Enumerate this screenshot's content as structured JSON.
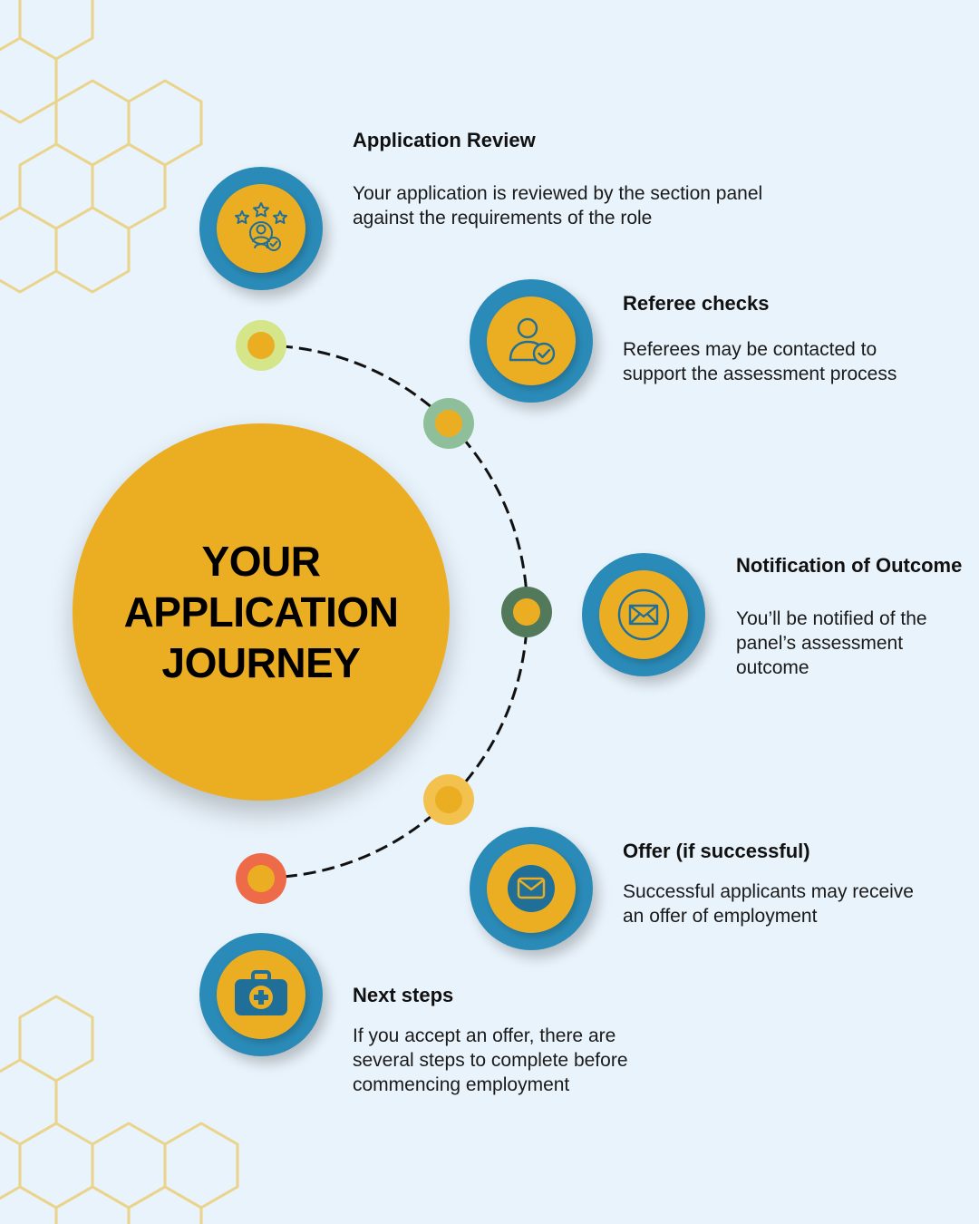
{
  "title_lines": [
    "YOUR",
    "APPLICATION",
    "JOURNEY"
  ],
  "steps": [
    {
      "title": "Application Review",
      "desc": "Your application is reviewed by the section panel against the requirements of the role",
      "icon": "rating-person-icon"
    },
    {
      "title": "Referee checks",
      "desc": "Referees may be contacted to support the assessment process",
      "icon": "user-check-icon"
    },
    {
      "title": "Notification of Outcome",
      "desc": "You’ll be notified of the panel’s assessment outcome",
      "icon": "envelope-icon"
    },
    {
      "title": "Offer (if successful)",
      "desc": "Successful applicants may receive an offer of employment",
      "icon": "mail-icon"
    },
    {
      "title": "Next steps",
      "desc": "If you accept an offer, there are several steps to complete before commencing employment",
      "icon": "first-aid-kit-icon"
    }
  ],
  "colors": {
    "background": "#e9f3fb",
    "accent_yellow": "#ebae22",
    "accent_blue": "#2b8bb8",
    "honeycomb": "#ead38a",
    "dot_rings": [
      "#d4e58a",
      "#8fbf9a",
      "#527a5a",
      "#f2c14e",
      "#ee6b4a"
    ]
  }
}
